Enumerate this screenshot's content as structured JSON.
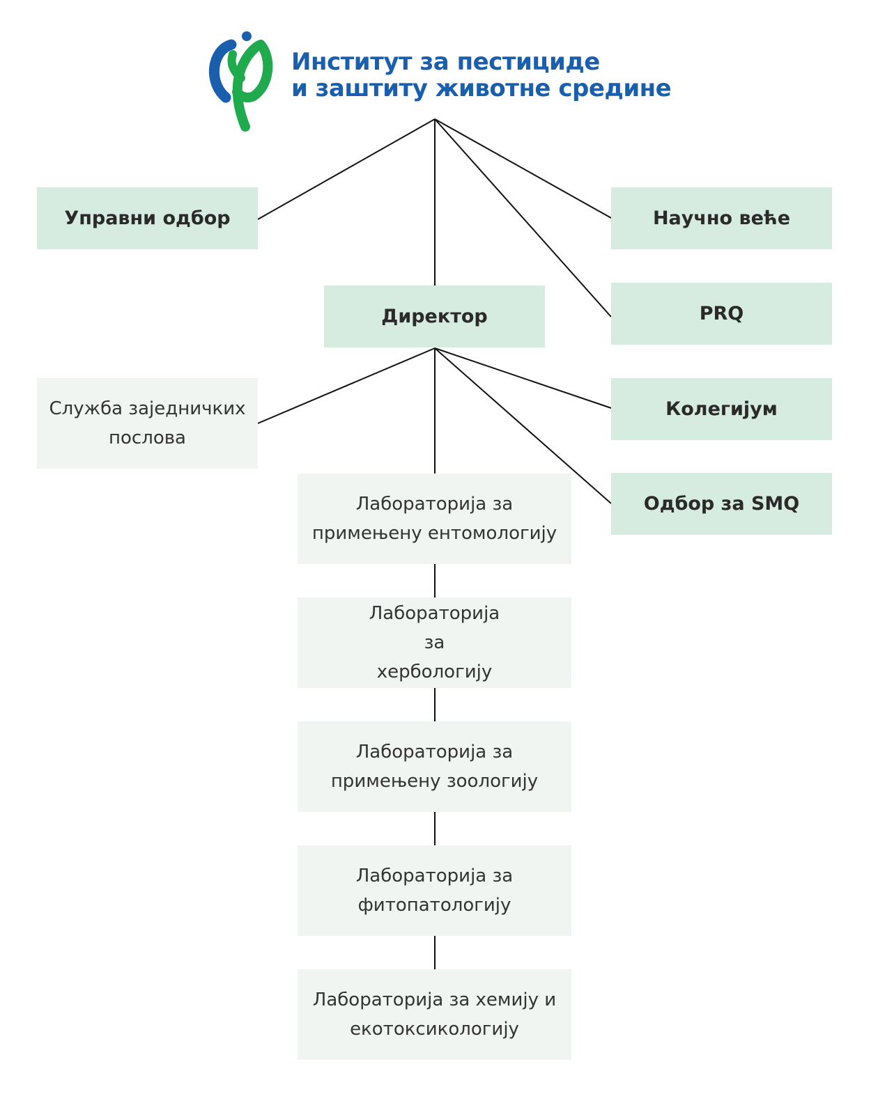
{
  "logo": {
    "line1": "Институт за пестициде",
    "line2": "и заштиту животне средине",
    "text_color": "#1a5fad",
    "mark_blue": "#1a5fad",
    "mark_green": "#1eaa4d"
  },
  "colors": {
    "primary_box": "#d7ece0",
    "secondary_box": "#f1f5f2",
    "connector": "#111111"
  },
  "boards": {
    "upravni_odbor": "Управни одбор",
    "naucno_vece": "Научно веће",
    "prq": "PRQ"
  },
  "director": "Директор",
  "director_units": {
    "sluzba": "Служба заједничких послова",
    "kolegijum": "Колегијум",
    "odbor_smq": "Одбор за SMQ"
  },
  "laboratories": [
    "Лабораторија за примењену ентомологију",
    "Лабораторија за хербологију",
    "Лабораторија за примењену зоологију",
    "Лабораторија за фитопатологију",
    "Лабораторија за хемију и екотоксикологију"
  ]
}
